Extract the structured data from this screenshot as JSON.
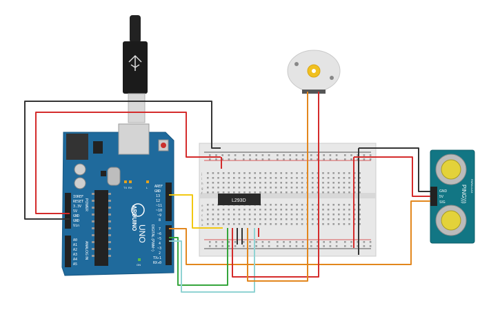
{
  "arduino": {
    "logo": "ARDUINO",
    "model": "UNO",
    "digital_header": "DIGITAL (PWM~)",
    "power_header": "POWER",
    "analog_header": "ANALOG IN",
    "tx": "TX",
    "rx": "RX",
    "l_led": "L",
    "on_led": "ON",
    "power_pins": [
      "IOREF",
      "RESET",
      "3.3V",
      "5V",
      "GND",
      "GND",
      "Vin"
    ],
    "analog_pins": [
      "A0",
      "A1",
      "A2",
      "A3",
      "A4",
      "A5"
    ],
    "digital_pins_top": [
      "AREF",
      "GND",
      "13",
      "12",
      "~11",
      "~10",
      "~9",
      "8"
    ],
    "digital_pins_bottom": [
      "7",
      "~6",
      "~5",
      "4",
      "~3",
      "2",
      "TX▸1",
      "RX◂0"
    ]
  },
  "ic": {
    "label": "L293D"
  },
  "sensor": {
    "label": "PING)))",
    "pins": [
      "GND",
      "5V",
      "SIG"
    ],
    "brand": "PARALLAX"
  },
  "breadboard": {
    "row_letters_top": [
      "j",
      "i",
      "h",
      "g",
      "f"
    ],
    "row_letters_bottom": [
      "e",
      "d",
      "c",
      "b",
      "a"
    ]
  },
  "colors": {
    "arduino_board": "#1f6a9c",
    "wire_red": "#d42a2a",
    "wire_black": "#333333",
    "wire_yellow": "#f2c811",
    "wire_orange": "#e2861c",
    "wire_green": "#34a53b",
    "wire_cyan": "#8fd3d3",
    "sensor_board": "#127684"
  }
}
